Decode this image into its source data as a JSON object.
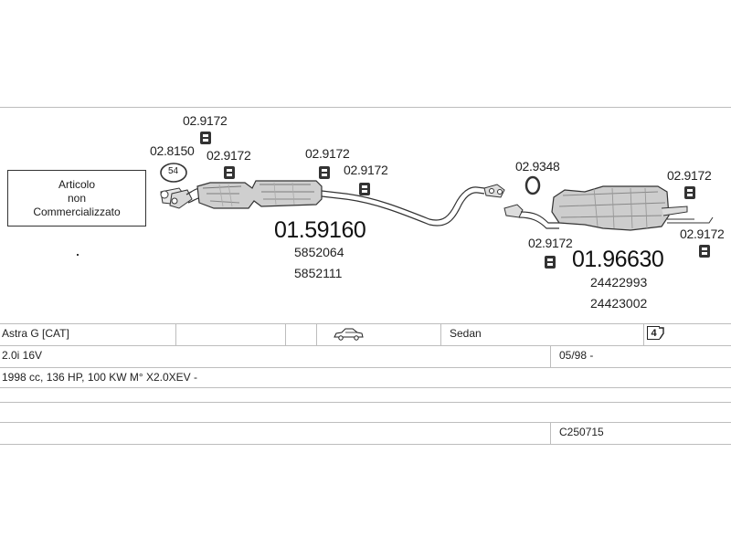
{
  "callouts": {
    "clamp_top": "02.9172",
    "ring_label": "02.8150",
    "ring_badge": "54",
    "clamp_front": "02.9172",
    "clamp_mid1": "02.9172",
    "clamp_mid2": "02.9172",
    "gasket": "02.9348",
    "clamp_rear_top": "02.9172",
    "clamp_rear_low": "02.9172",
    "clamp_rear_right": "02.9172"
  },
  "parts": {
    "front_muffler": {
      "number": "01.59160",
      "oem": [
        "5852064",
        "5852111"
      ]
    },
    "rear_muffler": {
      "number": "01.96630",
      "oem": [
        "24422993",
        "24423002"
      ]
    }
  },
  "note": {
    "lines": [
      "Articolo",
      "non",
      "Commercializzato"
    ]
  },
  "vehicle": {
    "model": "Astra G  [CAT]",
    "body_type": "Sedan",
    "engine": "2.0i 16V",
    "date_range": "05/98 -",
    "specs": "1998 cc, 136 HP, 100 KW M° X2.0XEV -",
    "code": "C250715",
    "car_icon": "sedan-car-icon",
    "doors_icon": "doors-4-icon",
    "doors_count": "4"
  }
}
